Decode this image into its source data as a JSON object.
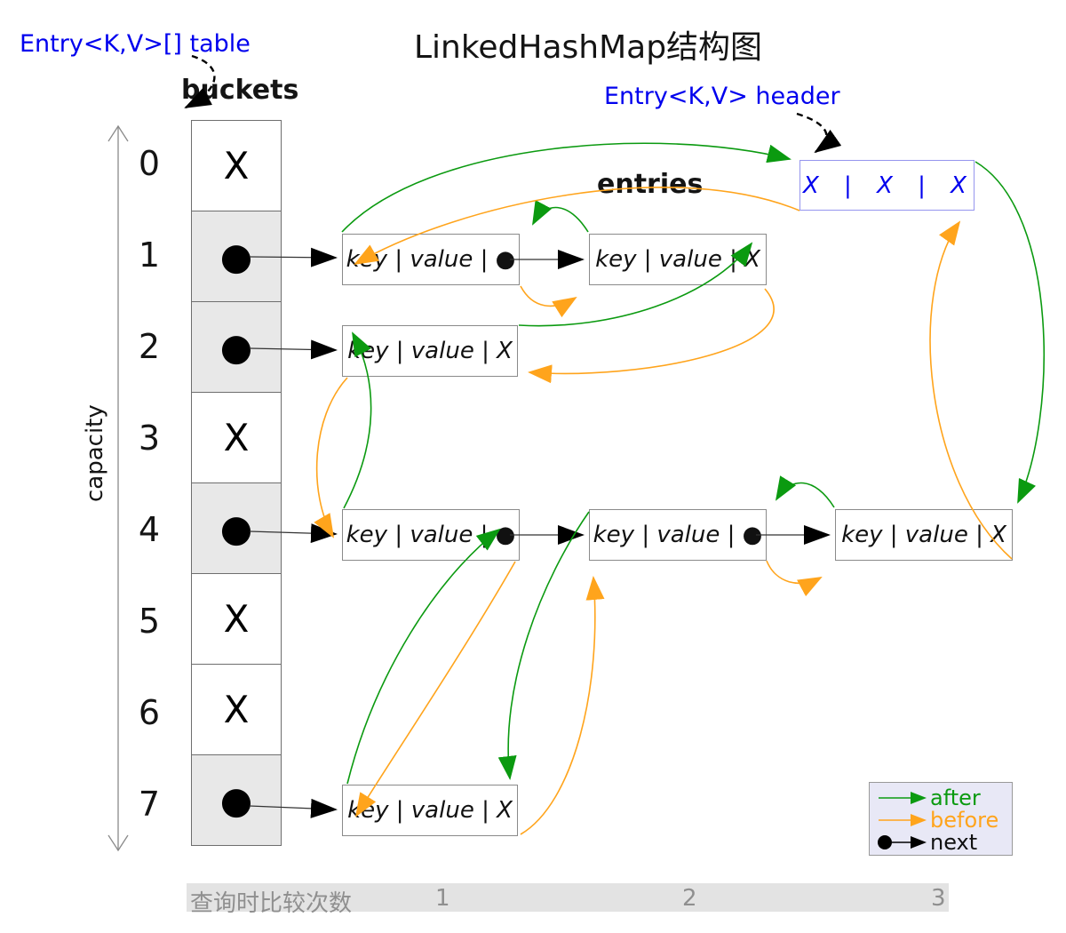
{
  "title": "LinkedHashMap结构图",
  "labels": {
    "table_ref": "Entry<K,V>[] table",
    "buckets": "buckets",
    "header_ref": "Entry<K,V> header",
    "entries": "entries",
    "capacity": "capacity"
  },
  "colors": {
    "after": "#0b9a10",
    "before": "#ffa41c",
    "next": "#000000",
    "reference_label": "#0000ee",
    "bucket_fill": "#e8e8e8",
    "legend_bg": "#e8e8f6",
    "footer_bg": "#e3e3e3",
    "footer_text": "#8f8f8f"
  },
  "buckets": {
    "cells": [
      {
        "index": "0",
        "content": "X"
      },
      {
        "index": "1",
        "content": "●"
      },
      {
        "index": "2",
        "content": "●"
      },
      {
        "index": "3",
        "content": "X"
      },
      {
        "index": "4",
        "content": "●"
      },
      {
        "index": "5",
        "content": "X"
      },
      {
        "index": "6",
        "content": "X"
      },
      {
        "index": "7",
        "content": "●"
      }
    ]
  },
  "header_node": {
    "text": "X | X | X"
  },
  "entry_nodes": [
    {
      "id": "bucket1-first",
      "text": "key | value | ●"
    },
    {
      "id": "bucket1-second",
      "text": "key | value | X"
    },
    {
      "id": "bucket2-first",
      "text": "key | value | X"
    },
    {
      "id": "bucket4-first",
      "text": "key | value | ●"
    },
    {
      "id": "bucket4-second",
      "text": "key | value | ●"
    },
    {
      "id": "bucket4-third",
      "text": "key | value | X"
    },
    {
      "id": "bucket7-first",
      "text": "key | value | X"
    }
  ],
  "legend": {
    "items": [
      {
        "label": "after",
        "color": "#0b9a10"
      },
      {
        "label": "before",
        "color": "#ffa41c"
      },
      {
        "label": "next",
        "color": "#000000"
      }
    ]
  },
  "footer": {
    "label": "查询时比较次数",
    "counts": [
      "1",
      "2",
      "3"
    ]
  }
}
